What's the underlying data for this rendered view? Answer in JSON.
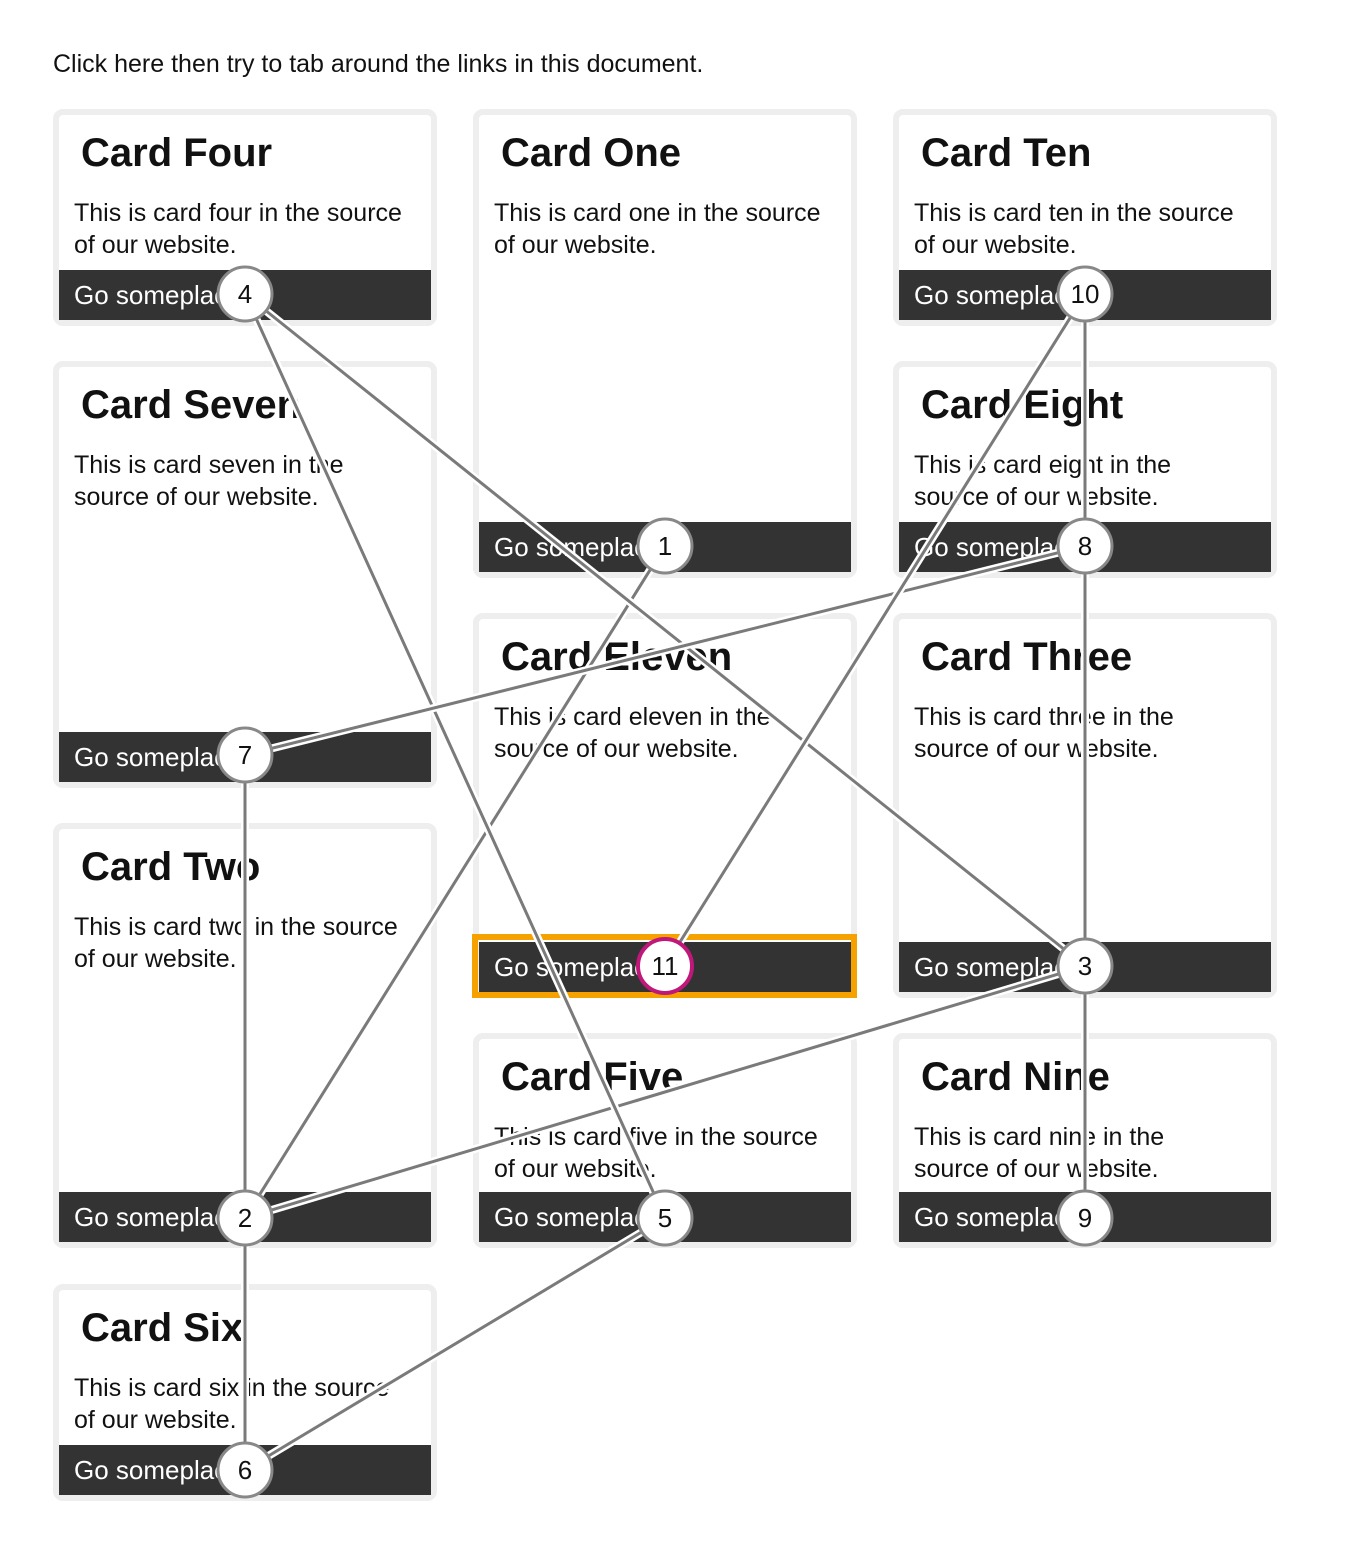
{
  "intro": "Click here then try to tab around the links in this document.",
  "link_label": "Go someplace",
  "colors": {
    "card_border": "#eeeeee",
    "link_bg": "#333333",
    "link_text": "#ffffff",
    "focus_outline": "#f5a100",
    "current_badge_ring": "#c0177a",
    "badge_ring": "#888888",
    "connector": "#7a7a7a"
  },
  "focused_card": "card-eleven",
  "cards": [
    {
      "id": "card-four",
      "title": "Card Four",
      "text": "This is card four in the source of our website.",
      "tab_order": "4"
    },
    {
      "id": "card-one",
      "title": "Card One",
      "text": "This is card one in the source of our website.",
      "tab_order": "1"
    },
    {
      "id": "card-ten",
      "title": "Card Ten",
      "text": "This is card ten in the source of our website.",
      "tab_order": "10"
    },
    {
      "id": "card-seven",
      "title": "Card Seven",
      "text": "This is card seven in the source of our website.",
      "tab_order": "7"
    },
    {
      "id": "card-eight",
      "title": "Card Eight",
      "text": "This is card eight in the source of our website.",
      "tab_order": "8"
    },
    {
      "id": "card-eleven",
      "title": "Card Eleven",
      "text": "This is card eleven in the source of our website.",
      "tab_order": "11"
    },
    {
      "id": "card-three",
      "title": "Card Three",
      "text": "This is card three in the source of our website.",
      "tab_order": "3"
    },
    {
      "id": "card-two",
      "title": "Card Two",
      "text": "This is card two in the source of our website.",
      "tab_order": "2"
    },
    {
      "id": "card-five",
      "title": "Card Five",
      "text": "This is card five in the source of our website.",
      "tab_order": "5"
    },
    {
      "id": "card-nine",
      "title": "Card Nine",
      "text": "This is card nine in the source of our website.",
      "tab_order": "9"
    },
    {
      "id": "card-six",
      "title": "Card Six",
      "text": "This is card six in the source of our website.",
      "tab_order": "6"
    }
  ]
}
